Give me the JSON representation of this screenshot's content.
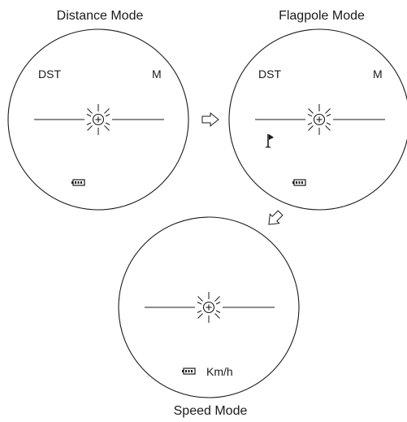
{
  "scopes": {
    "distance": {
      "title": "Distance Mode",
      "mode_label": "DST",
      "unit_label": "M",
      "icons": [
        "reticle-icon",
        "battery-icon"
      ]
    },
    "flagpole": {
      "title": "Flagpole Mode",
      "mode_label": "DST",
      "unit_label": "M",
      "icons": [
        "reticle-icon",
        "flag-icon",
        "battery-icon"
      ]
    },
    "speed": {
      "title": "Speed Mode",
      "unit_label": "Km/h",
      "icons": [
        "reticle-icon",
        "battery-icon"
      ]
    }
  },
  "arrows": [
    "arrow-right-icon",
    "arrow-down-left-icon"
  ],
  "colors": {
    "stroke": "#1a1a1a",
    "background": "#ffffff"
  }
}
